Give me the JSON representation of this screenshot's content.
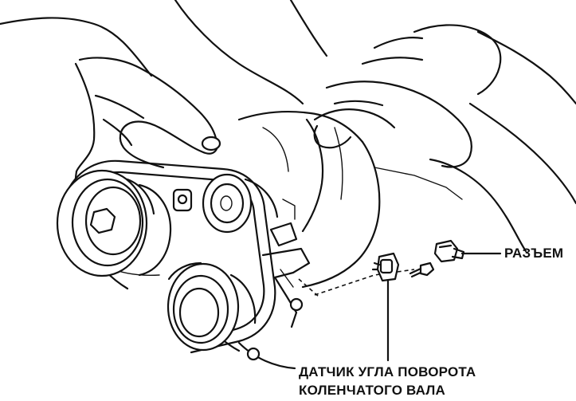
{
  "labels": {
    "connector": "РАЗЪЕМ",
    "sensor_line1": "ДАТЧИК УГЛА ПОВОРОТА",
    "sensor_line2": "КОЛЕНЧАТОГО ВАЛА"
  },
  "colors": {
    "ink": "#111111",
    "paper": "#ffffff"
  }
}
